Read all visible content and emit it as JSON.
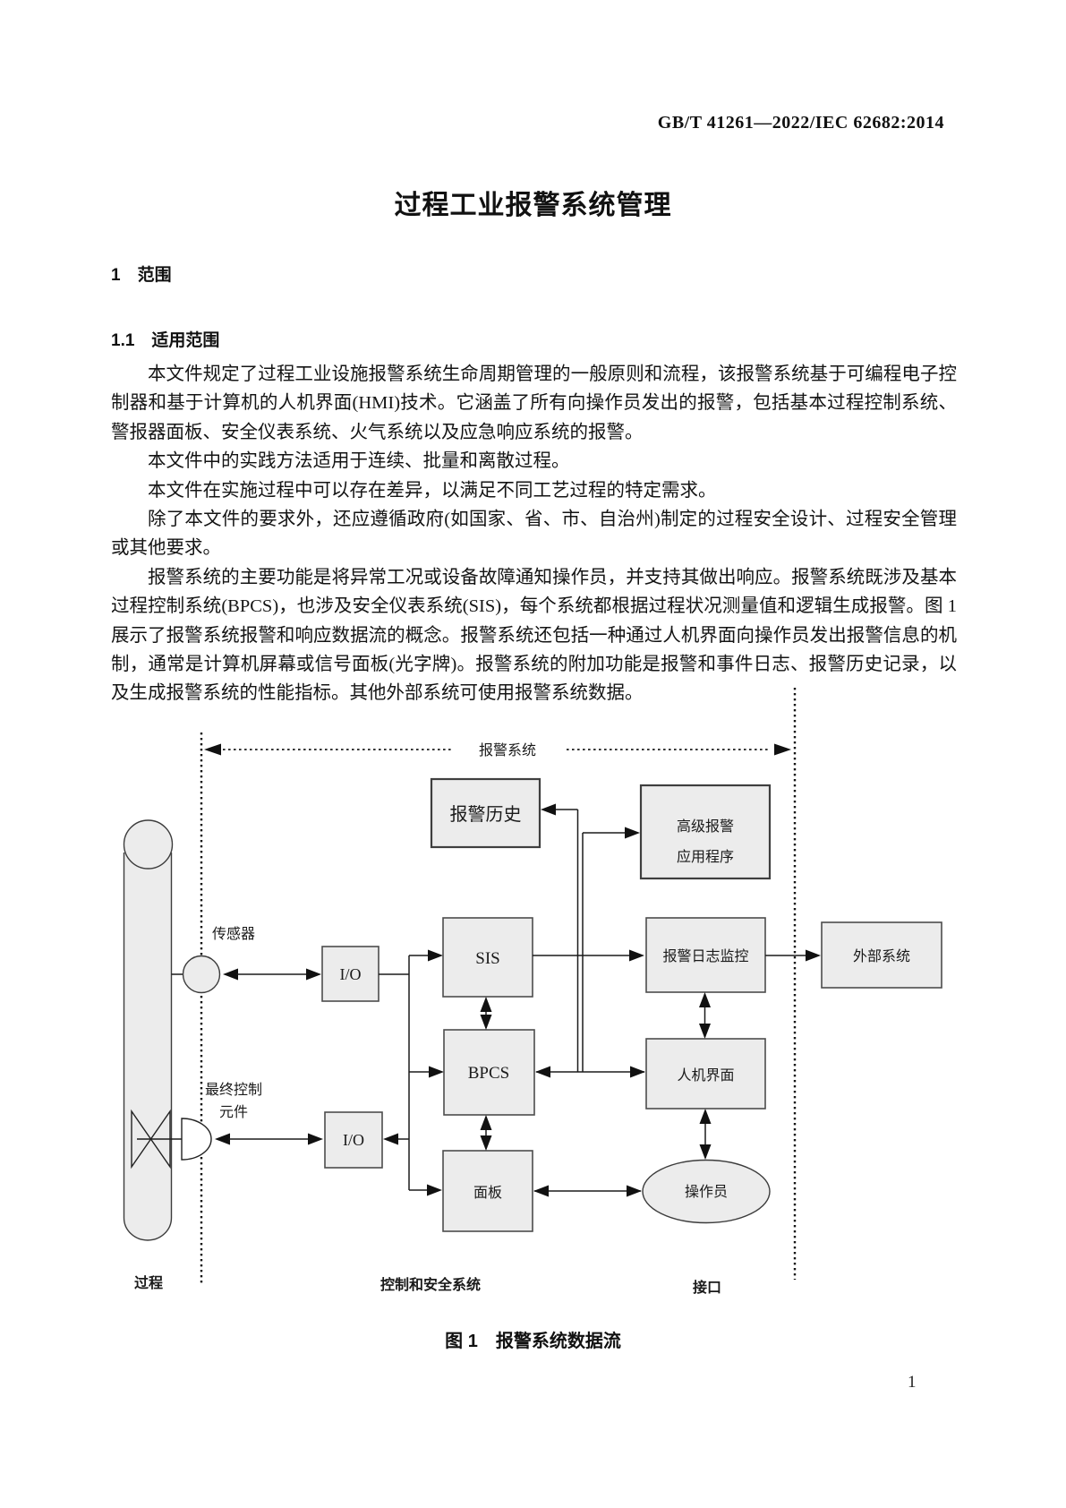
{
  "page": {
    "header": "GB/T 41261—2022/IEC 62682:2014",
    "title": "过程工业报警系统管理",
    "section_1": "1　范围",
    "section_1_1": "1.1　适用范围",
    "paragraphs": [
      "本文件规定了过程工业设施报警系统生命周期管理的一般原则和流程，该报警系统基于可编程电子控制器和基于计算机的人机界面(HMI)技术。它涵盖了所有向操作员发出的报警，包括基本过程控制系统、警报器面板、安全仪表系统、火气系统以及应急响应系统的报警。",
      "本文件中的实践方法适用于连续、批量和离散过程。",
      "本文件在实施过程中可以存在差异，以满足不同工艺过程的特定需求。",
      "除了本文件的要求外，还应遵循政府(如国家、省、市、自治州)制定的过程安全设计、过程安全管理或其他要求。",
      "报警系统的主要功能是将异常工况或设备故障通知操作员，并支持其做出响应。报警系统既涉及基本过程控制系统(BPCS)，也涉及安全仪表系统(SIS)，每个系统都根据过程状况测量值和逻辑生成报警。图 1 展示了报警系统报警和响应数据流的概念。报警系统还包括一种通过人机界面向操作员发出报警信息的机制，通常是计算机屏幕或信号面板(光字牌)。报警系统的附加功能是报警和事件日志、报警历史记录，以及生成报警系统的性能指标。其他外部系统可使用报警系统数据。"
    ],
    "figure_caption": "图 1　报警系统数据流",
    "page_number": "1"
  },
  "diagram": {
    "system_label": "报警系统",
    "alarm_history": "报警历史",
    "advanced_alarm_line1": "高级报警",
    "advanced_alarm_line2": "应用程序",
    "sis": "SIS",
    "bpcs": "BPCS",
    "panel": "面板",
    "io_top": "I/O",
    "io_bottom": "I/O",
    "alarm_log_monitor": "报警日志监控",
    "hmi": "人机界面",
    "operator": "操作员",
    "external_system": "外部系统",
    "sensor": "传感器",
    "final_control_line1": "最终控制",
    "final_control_line2": "元件",
    "process": "过程",
    "control_safety_systems": "控制和安全系统",
    "interface": "接口",
    "colors": {
      "box_fill": "#ececec",
      "box_border": "#4d4d4d",
      "line": "#1b1b1b"
    }
  }
}
